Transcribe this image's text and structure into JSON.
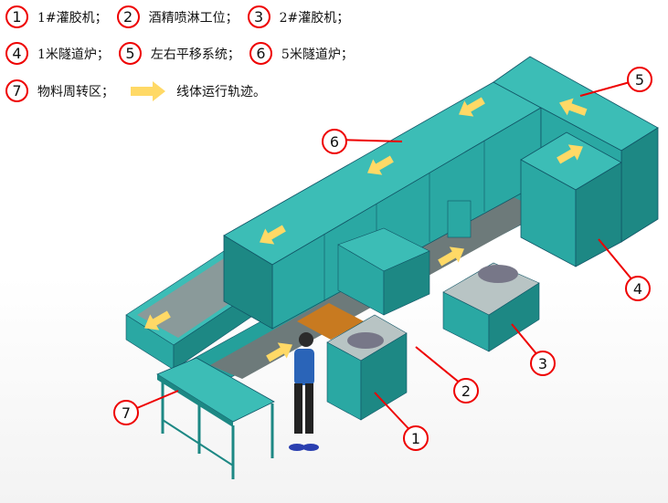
{
  "legend": [
    {
      "num": "1",
      "label": "1#灌胶机；"
    },
    {
      "num": "2",
      "label": "酒精喷淋工位；"
    },
    {
      "num": "3",
      "label": "2#灌胶机；"
    },
    {
      "num": "4",
      "label": "1米隧道炉；"
    },
    {
      "num": "5",
      "label": "左右平移系统；"
    },
    {
      "num": "6",
      "label": "5米隧道炉；"
    },
    {
      "num": "7",
      "label": "物料周转区；"
    }
  ],
  "arrow_legend": {
    "icon": "yellow-arrow-icon",
    "label": "线体运行轨迹。"
  },
  "colors": {
    "machine": "#2aa8a3",
    "machine_top": "#3cbdb6",
    "machine_dark": "#1d8884",
    "arrow": "#ffd966",
    "callout": "#e00000"
  }
}
